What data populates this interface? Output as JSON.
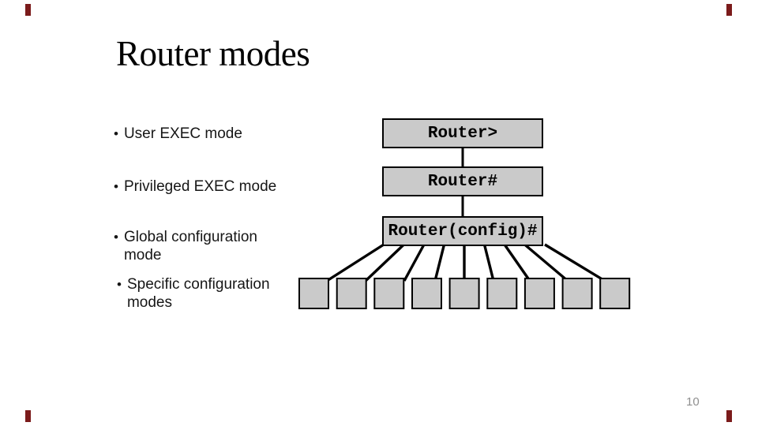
{
  "slide": {
    "title": "Router modes",
    "page_number": "10",
    "bullet_char": "•",
    "bullets": [
      {
        "label": "User EXEC mode"
      },
      {
        "label": "Privileged EXEC mode"
      },
      {
        "label": "Global configuration mode"
      },
      {
        "label": "Specific configuration modes"
      }
    ],
    "diagram": {
      "mode_boxes": [
        {
          "label": "Router>"
        },
        {
          "label": "Router#"
        },
        {
          "label": "Router(config)#"
        }
      ],
      "child_mode_box_count": 9
    },
    "colors": {
      "box_fill": "#cacaca",
      "box_border": "#000000",
      "connector_line": "#000000",
      "text": "#000000",
      "page_number_gray": "#8f8f8f",
      "edge_mark_maroon": "#7b1b1b"
    }
  }
}
